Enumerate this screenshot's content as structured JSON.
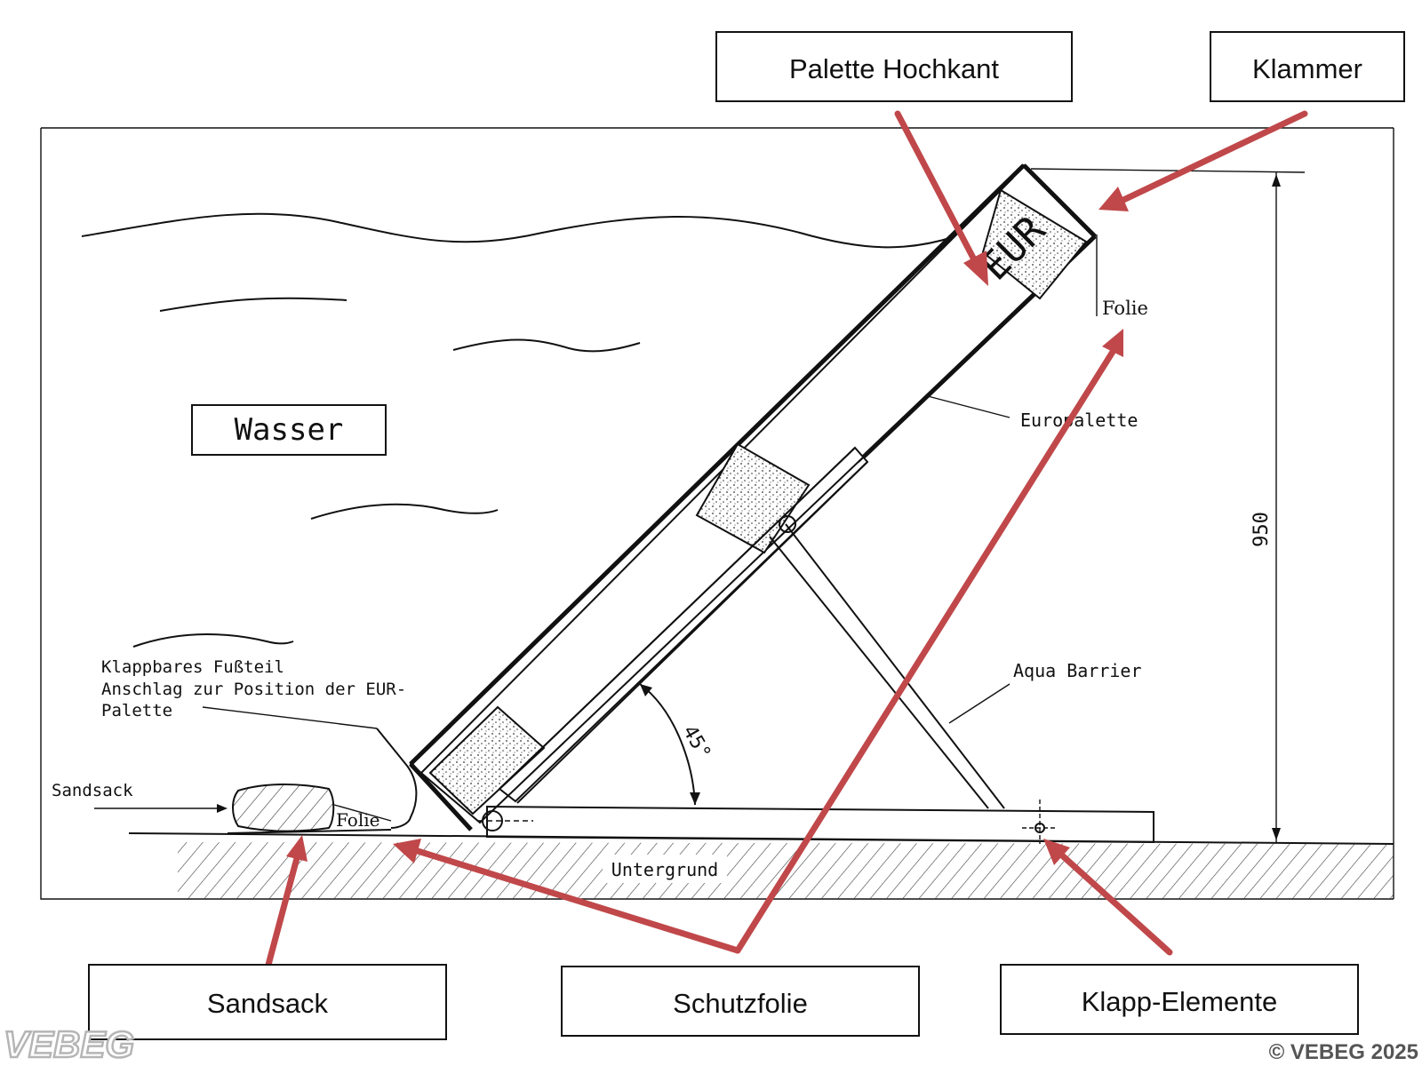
{
  "sketch": {
    "water_label": "Wasser",
    "pallet_mark": "EUR",
    "folie_top": "Folie",
    "folie_bottom": "Folie",
    "europalette": "Europalette",
    "aqua_barrier": "Aqua Barrier",
    "dimension": "950",
    "angle": "45°",
    "foot_line1": "Klappbares Fußteil",
    "foot_line2": "Anschlag zur Position der EUR-",
    "foot_line3": "Palette",
    "sandsack_note": "Sandsack",
    "ground": "Untergrund"
  },
  "callouts": {
    "palette_hochkant": "Palette Hochkant",
    "klammer": "Klammer",
    "sandsack": "Sandsack",
    "schutzfolie": "Schutzfolie",
    "klapp_elemente": "Klapp-Elemente"
  },
  "watermark": {
    "logo": "VEBEG",
    "copyright": "© VEBEG 2025"
  },
  "colors": {
    "arrow": "#c0484a",
    "ink": "#111111",
    "logo": "#c8c8c8"
  }
}
